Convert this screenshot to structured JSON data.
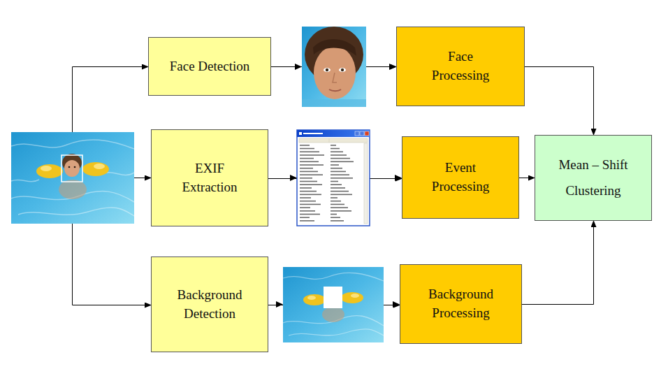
{
  "diagram": {
    "nodes": [
      {
        "text": [
          "Face Detection"
        ]
      },
      {
        "text": [
          "EXIF Extraction"
        ]
      },
      {
        "text": [
          "Background Detection"
        ]
      },
      {
        "text": [
          "Face Processing"
        ]
      },
      {
        "text": [
          "Event Processing"
        ]
      },
      {
        "text": [
          "Background Processing"
        ]
      },
      {
        "text": [
          "Mean – Shift Clustering"
        ]
      }
    ],
    "edges": [
      {
        "from": 0,
        "to": 3,
        "arrow": "to"
      },
      {
        "from": 1,
        "to": 4,
        "arrow": "to"
      },
      {
        "from": 2,
        "to": 5,
        "arrow": "to"
      },
      {
        "from": 3,
        "to": 6,
        "arrow": "to"
      },
      {
        "from": 4,
        "to": 6,
        "arrow": "to"
      },
      {
        "from": 5,
        "to": 6,
        "arrow": "to"
      }
    ]
  }
}
